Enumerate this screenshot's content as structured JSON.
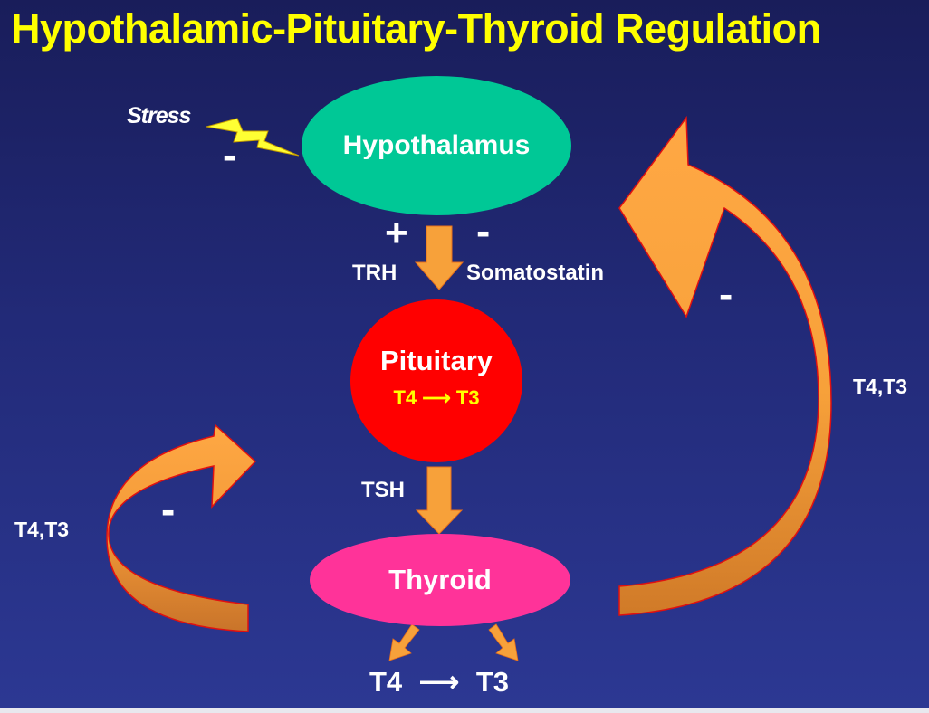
{
  "title": "Hypothalamic-Pituitary-Thyroid Regulation",
  "stress": "Stress",
  "hypothalamus": "Hypothalamus",
  "pituitary": {
    "name": "Pituitary",
    "conversion": "T4 ⟶ T3"
  },
  "thyroid": "Thyroid",
  "trh": "TRH",
  "somatostatin": "Somatostatin",
  "tsh": "TSH",
  "feedback_left": "T4,T3",
  "feedback_right": "T4,T3",
  "output_conversion": "T4 ⟶ T3",
  "signs": {
    "plus": "+",
    "minus": "-"
  },
  "colors": {
    "background": "#232b7a",
    "title": "#ffff00",
    "hypothalamus": "#00c896",
    "pituitary": "#ff0000",
    "thyroid": "#ff3399",
    "arrow": "#f7a13a",
    "arrow_dark": "#d07a28",
    "arrow_outline": "#e01010",
    "lightning": "#ffff33"
  }
}
